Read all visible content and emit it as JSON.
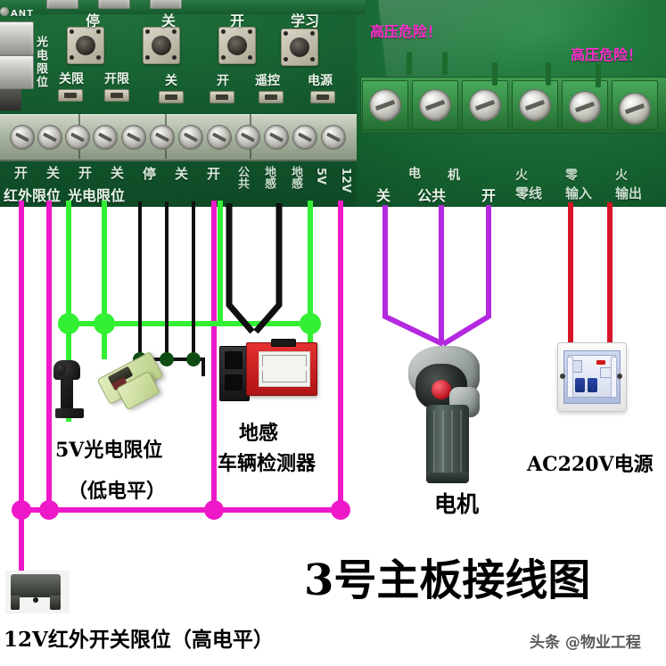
{
  "diagram": {
    "title": "3号主板接线图",
    "watermark": "头条 @物业工程"
  },
  "pcb": {
    "silkscreen": {
      "ant": "ANT",
      "photo_limit_vertical": "光电限位"
    },
    "buttons": [
      {
        "name": "stop-button",
        "label": "停"
      },
      {
        "name": "close-button",
        "label": "关"
      },
      {
        "name": "open-button",
        "label": "开"
      },
      {
        "name": "learn-button",
        "label": "学习"
      }
    ],
    "led_labels": [
      "关限",
      "开限",
      "关",
      "开",
      "遥控",
      "电源"
    ],
    "terminal_labels_row1": [
      "开",
      "关",
      "开",
      "关",
      "停",
      "关",
      "开",
      "公共",
      "地感",
      "地感",
      "5V",
      "12V"
    ],
    "terminal_groups": [
      {
        "label": "红外限位"
      },
      {
        "label": "光电限位"
      }
    ],
    "hv_warnings": [
      "高压危险！",
      "高压危险！"
    ],
    "hv_labels_row1": [
      "电",
      "机",
      "火",
      "零",
      "火"
    ],
    "hv_labels_row2": [
      "关",
      "公共",
      "开",
      "零线",
      "输入",
      "输出"
    ]
  },
  "devices": [
    {
      "name": "ir-limit-switch",
      "caption_lines": [
        "12V红外开关限位（高电平）"
      ],
      "wire_color": "#ef18c8"
    },
    {
      "name": "photoelectric-limit",
      "caption_lines": [
        "5V光电限位",
        "（低电平）"
      ],
      "wire_color": "#34f034"
    },
    {
      "name": "loop-vehicle-detector",
      "caption_lines": [
        "地感",
        "车辆检测器"
      ],
      "wire_color": "#1a1a1a"
    },
    {
      "name": "motor",
      "caption_lines": [
        "电机"
      ],
      "wire_color": "#b429e0"
    },
    {
      "name": "ac220v-power-supply",
      "caption_lines": [
        "AC220V电源"
      ],
      "wire_color": "#d81427"
    }
  ],
  "wire_legend": {
    "magenta": "#ef18c8",
    "green": "#34f034",
    "black": "#111111",
    "dark_green": "#0f4d13",
    "purple": "#b429e0",
    "red": "#d81427"
  }
}
